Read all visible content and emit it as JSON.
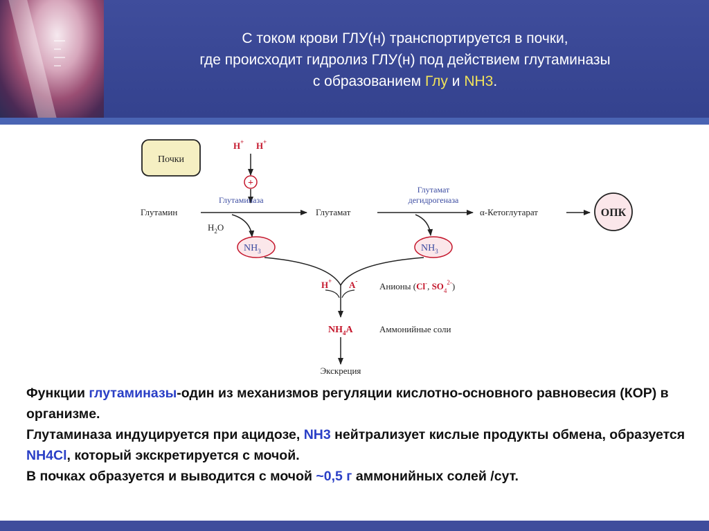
{
  "title": {
    "line1": "С  током крови ГЛУ(н) транспортируется в  почки,",
    "line2": "где происходит гидролиз ГЛУ(н) под действием глутаминазы",
    "line3_prefix": "с образованием ",
    "glu": "Глу",
    "and": " и ",
    "nh3": "NH3",
    "end": "."
  },
  "diagram": {
    "kidney_label": "Почки",
    "h_left": "H",
    "h_right": "H",
    "plus_sup": "+",
    "plus_circle": "+",
    "glutamine": "Глутамин",
    "enzyme1": "Глутаминаза",
    "glutamate": "Глутамат",
    "enzyme2_line1": "Глутамат",
    "enzyme2_line2": "дегидрогеназа",
    "ketoglutarate": "α-Кетоглутарат",
    "opk": "ОПК",
    "water_h": "H",
    "water_2": "2",
    "water_o": "O",
    "nh3_left": "NH",
    "nh3_sub": "3",
    "nh3_right": "NH",
    "ion_h": "H",
    "ion_a": "A",
    "ion_plus": "+",
    "ion_minus": "-",
    "anions_prefix": "Анионы (",
    "cl": "Cl",
    "cl_sup": "-",
    "comma": ", ",
    "so4": "SO",
    "so4_sub": "4",
    "so4_sup": "2-",
    "anions_suffix": ")",
    "nh4a_nh": "NH",
    "nh4a_sub": "4",
    "nh4a_a": "A",
    "ammonium_salts": "Аммонийные соли",
    "excretion": "Экскреция"
  },
  "body": {
    "p1_prefix": "Функции ",
    "p1_hl": "глутаминазы",
    "p1_suffix": "-один из механизмов регуляции кислотно-основного равновесия (КОР) в организме.",
    "p2_prefix": "Глутаминаза индуцируется при ацидозе, ",
    "p2_nh3": "NH3",
    "p2_mid": " нейтрализует кислые продукты обмена, образуется ",
    "p2_nh4cl": "NH4Cl",
    "p2_suffix": ", который экскретируется с мочой.",
    "p3_prefix": "В почках образуется и выводится с мочой  ",
    "p3_hl": "~0,5 г",
    "p3_suffix": " аммонийных солей /сут."
  },
  "colors": {
    "header_bg": "#3f4d9c",
    "highlight_yellow": "#f2e35a",
    "highlight_blue": "#2a3fc6",
    "diagram_blue": "#3a4aa0",
    "diagram_red": "#c4162b",
    "circle_fill": "#fbe7ea",
    "kidney_box_fill": "#f5efc2"
  }
}
